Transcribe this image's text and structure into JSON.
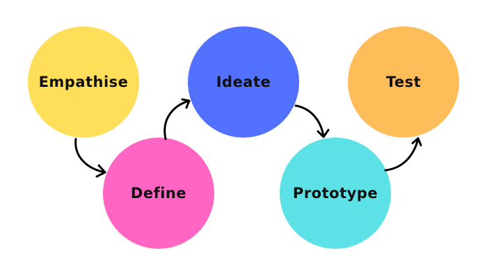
{
  "stages": [
    {
      "label": "Empathise",
      "color": "#FFDE59"
    },
    {
      "label": "Define",
      "color": "#FF66C4"
    },
    {
      "label": "Ideate",
      "color": "#5271FF"
    },
    {
      "label": "Prototype",
      "color": "#5CE1E6"
    },
    {
      "label": "Test",
      "color": "#FFBD59"
    }
  ]
}
